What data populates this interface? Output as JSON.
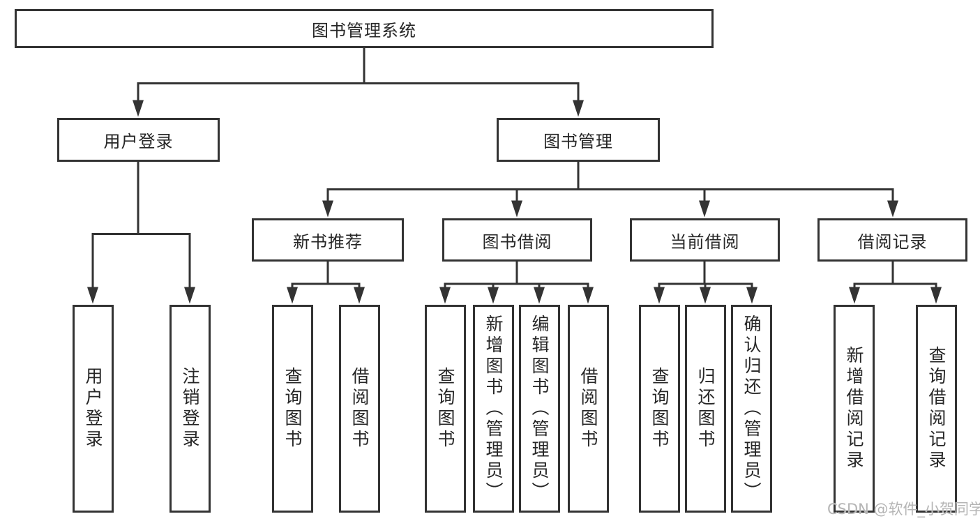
{
  "diagram": {
    "root": {
      "label": "图书管理系统"
    },
    "level2": [
      {
        "id": "user-login",
        "label": "用户登录"
      },
      {
        "id": "book-management",
        "label": "图书管理"
      }
    ],
    "level3": [
      {
        "id": "new-book-recommend",
        "label": "新书推荐"
      },
      {
        "id": "book-borrow",
        "label": "图书借阅"
      },
      {
        "id": "current-borrow",
        "label": "当前借阅"
      },
      {
        "id": "borrow-records",
        "label": "借阅记录"
      }
    ],
    "leaves": {
      "user_login": [
        "用户登录",
        "注销登录"
      ],
      "new_book_recommend": [
        "查询图书",
        "借阅图书"
      ],
      "book_borrow": [
        "查询图书",
        "新增图书（管理员）",
        "编辑图书（管理员）",
        "借阅图书"
      ],
      "current_borrow": [
        "查询图书",
        "归还图书",
        "确认归还（管理员）"
      ],
      "borrow_records": [
        "新增借阅记录",
        "查询借阅记录"
      ]
    }
  },
  "watermark": {
    "text": "CSDN @软件_小贺同学"
  },
  "colors": {
    "line": "#333333",
    "box_border": "#333333",
    "text": "#262626",
    "watermark": "#b5b5b5",
    "background": "#ffffff"
  }
}
